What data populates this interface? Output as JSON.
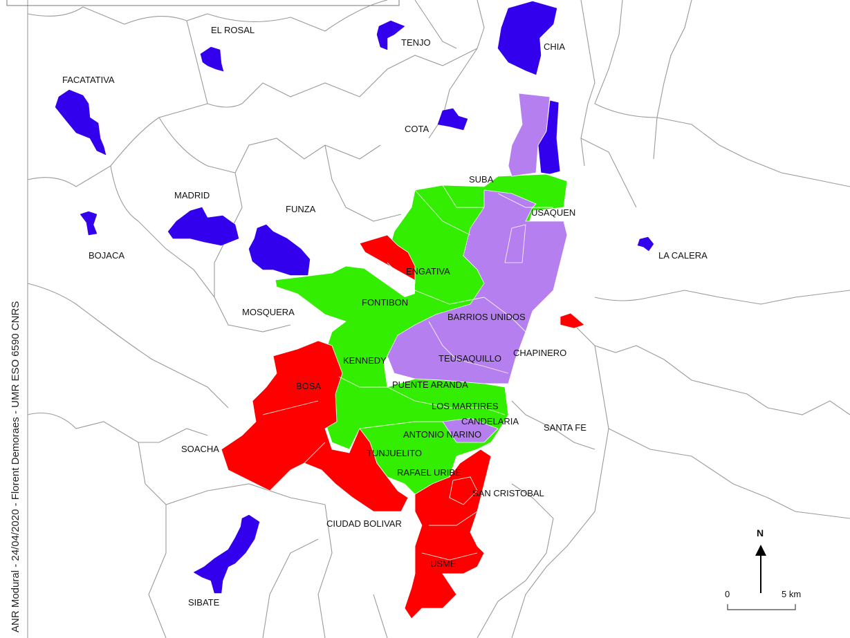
{
  "credit": "ANR Modural - 24/04/2020 - Florent Demoraes - UMR ESO 6590 CNRS",
  "colors": {
    "red": "#ff0000",
    "green": "#33ee00",
    "lavender": "#b57ff0",
    "blue": "#3300ee",
    "border": "#9a9a9a"
  },
  "north_label": "N",
  "scale": {
    "start": "0",
    "end": "5 km"
  },
  "labels": {
    "el_rosal": "EL ROSAL",
    "tenjo": "TENJO",
    "chia": "CHIA",
    "facatativa": "FACATATIVA",
    "cota": "COTA",
    "suba": "SUBA",
    "usaquen": "USAQUEN",
    "madrid": "MADRID",
    "funza": "FUNZA",
    "bojaca": "BOJACA",
    "la_calera": "LA CALERA",
    "engativa": "ENGATIVA",
    "fontibon": "FONTIBON",
    "mosquera": "MOSQUERA",
    "barrios_unidos": "BARRIOS UNIDOS",
    "kennedy": "KENNEDY",
    "teusaquillo": "TEUSAQUILLO",
    "chapinero": "CHAPINERO",
    "bosa": "BOSA",
    "puente_aranda": "PUENTE ARANDA",
    "los_martires": "LOS MARTIRES",
    "candelaria": "CANDELARIA",
    "santa_fe": "SANTA FE",
    "soacha": "SOACHA",
    "antonio_narino": "ANTONIO NARINO",
    "tunjuelito": "TUNJUELITO",
    "rafael_uribe": "RAFAEL URIBE",
    "san_cristobal": "SAN CRISTOBAL",
    "ciudad_bolivar": "CIUDAD BOLIVAR",
    "usme": "USME",
    "sibate": "SIBATE"
  }
}
